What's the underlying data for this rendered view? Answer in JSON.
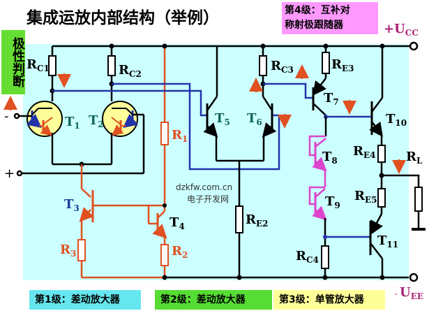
{
  "title": "集成运放内部结构（举例）",
  "stage4_label": "第4级：互补对称射极跟随器",
  "stage4_line1": "第4级：互补对",
  "stage4_line2": "称射极跟随器",
  "polarity_label": "极性判断",
  "stages": [
    {
      "label": "第1级：差动放大器",
      "color": "#66e6ee"
    },
    {
      "label": "第2级：差动放大器",
      "color": "#55dd33"
    },
    {
      "label": "第3级：单管放大器",
      "color": "#ffff99"
    }
  ],
  "supply": {
    "positive": "+U",
    "positive_sub": "CC",
    "negative": "U",
    "negative_sub": "EE",
    "negative_prefix": "-"
  },
  "inputs": {
    "inverting": "-",
    "noninverting": "+"
  },
  "watermark": {
    "line1": "dzkfw.com.cn",
    "line2": "电子开发网"
  },
  "components": {
    "RC1": {
      "main": "R",
      "sub": "C1"
    },
    "RC2": {
      "main": "R",
      "sub": "C2"
    },
    "RC3": {
      "main": "R",
      "sub": "C3"
    },
    "RC4": {
      "main": "R",
      "sub": "C4"
    },
    "RE2": {
      "main": "R",
      "sub": "E2"
    },
    "RE3": {
      "main": "R",
      "sub": "E3"
    },
    "RE4": {
      "main": "R",
      "sub": "E4"
    },
    "RE5": {
      "main": "R",
      "sub": "E5"
    },
    "RL": {
      "main": "R",
      "sub": "L"
    },
    "R1": {
      "main": "R",
      "sub": "1"
    },
    "R2": {
      "main": "R",
      "sub": "2"
    },
    "R3": {
      "main": "R",
      "sub": "3"
    },
    "T1": {
      "main": "T",
      "sub": "1"
    },
    "T2": {
      "main": "T",
      "sub": "2"
    },
    "T3": {
      "main": "T",
      "sub": "3"
    },
    "T4": {
      "main": "T",
      "sub": "4"
    },
    "T5": {
      "main": "T",
      "sub": "5"
    },
    "T6": {
      "main": "T",
      "sub": "6"
    },
    "T7": {
      "main": "T",
      "sub": "7"
    },
    "T8": {
      "main": "T",
      "sub": "8"
    },
    "T9": {
      "main": "T",
      "sub": "9"
    },
    "T10": {
      "main": "T",
      "sub": "10"
    },
    "T11": {
      "main": "T",
      "sub": "11"
    }
  },
  "colors": {
    "wire": "#000000",
    "signal": "#2233aa",
    "bias": "#e05020",
    "diode": "#dd44cc",
    "arrow": "#e05020",
    "label_teal": "#116655",
    "label_orange": "#e05020",
    "label_blue": "#1a3a9a",
    "supply_label": "#aa2277"
  }
}
